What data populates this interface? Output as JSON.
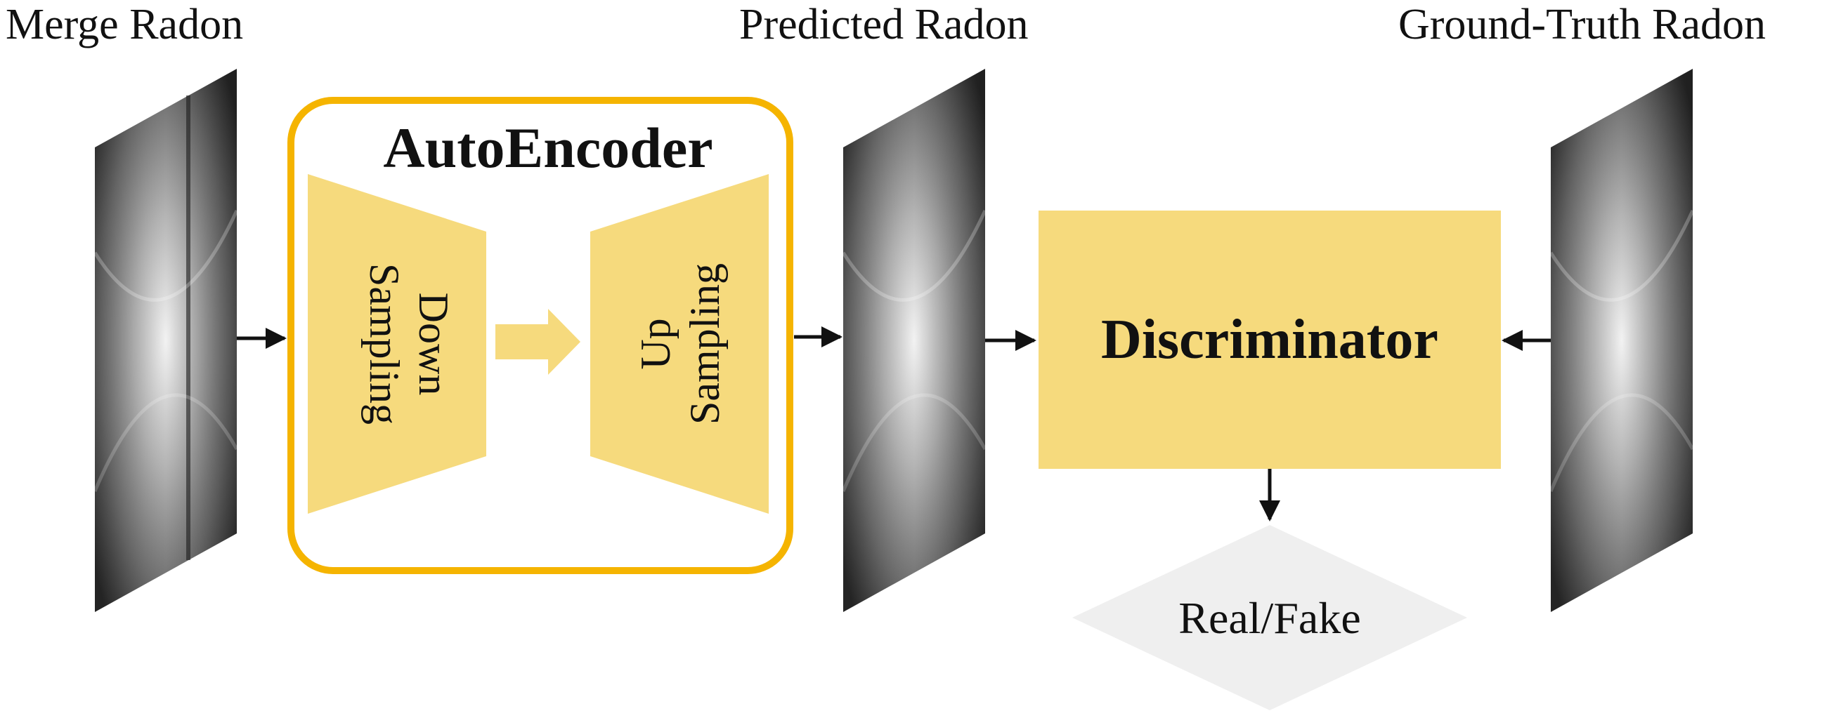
{
  "labels": {
    "merge": "Merge Radon",
    "predicted": "Predicted Radon",
    "ground_truth": "Ground-Truth Radon"
  },
  "autoencoder": {
    "title": "AutoEncoder",
    "down": [
      "Down",
      "Sampling"
    ],
    "up": [
      "Up",
      "Sampling"
    ]
  },
  "discriminator": "Discriminator",
  "output": "Real/Fake",
  "colors": {
    "box_fill": "#f6da7d",
    "autoencoder_border": "#f5b400",
    "output_fill": "#efefef",
    "arrow": "#111111"
  }
}
